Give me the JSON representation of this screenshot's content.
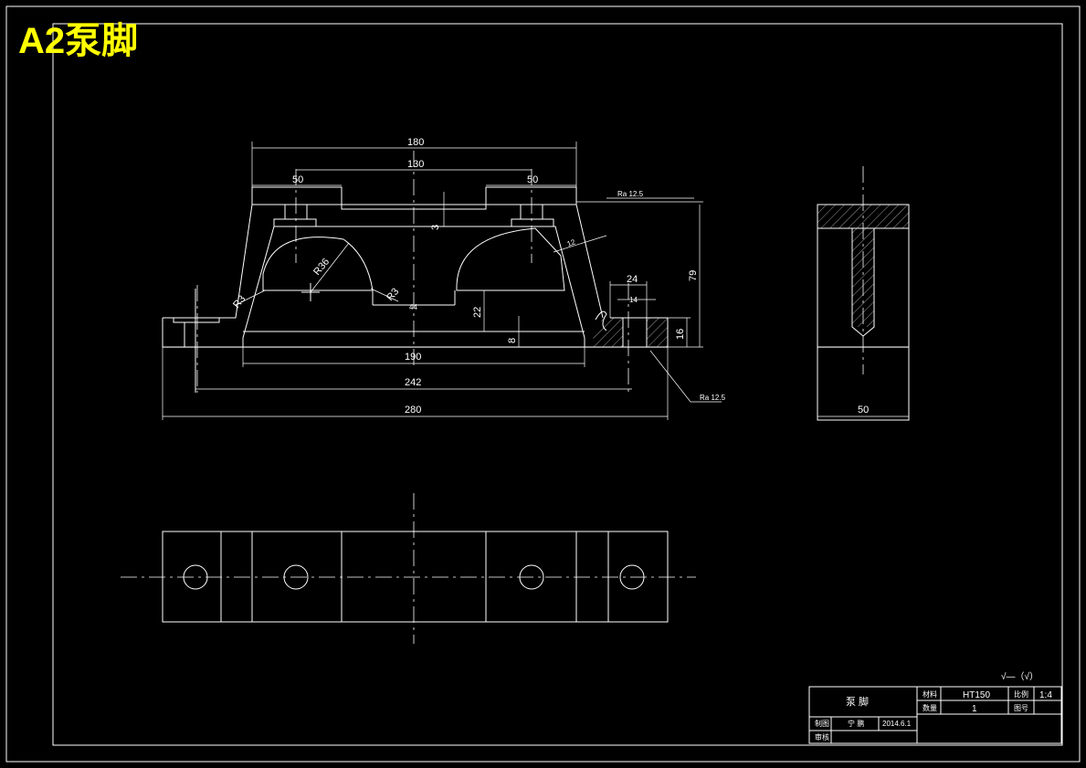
{
  "sheet": {
    "title": "A2泵脚",
    "title_color": "#ffff00",
    "line_color": "#ffffff",
    "background": "#000000"
  },
  "front_view": {
    "dims": {
      "d180": "180",
      "d130": "130",
      "d50_left": "50",
      "d50_right": "50",
      "d3": "3",
      "d12": "12",
      "d79": "79",
      "d24": "24",
      "d14": "14",
      "d16": "16",
      "r36": "R36",
      "r3_left": "R3",
      "r3_mid": "R3",
      "d44": "44",
      "d22": "22",
      "d8": "8",
      "d190": "190",
      "d242": "242",
      "d280": "280"
    },
    "roughness_top": "Ra 12.5",
    "roughness_bottom": "Ra 12.5"
  },
  "side_view": {
    "dims": {
      "d50": "50"
    }
  },
  "surface_note": "√—（√）",
  "title_block": {
    "part_name": "泵  脚",
    "material_label": "材料",
    "material": "HT150",
    "scale_label": "比例",
    "scale": "1:4",
    "qty_label": "数量",
    "qty": "1",
    "drawing_no_label": "图号",
    "drawn_label": "制图",
    "drawn_by": "宁 鹏",
    "date": "2014.6.1",
    "checked_label": "审核"
  }
}
